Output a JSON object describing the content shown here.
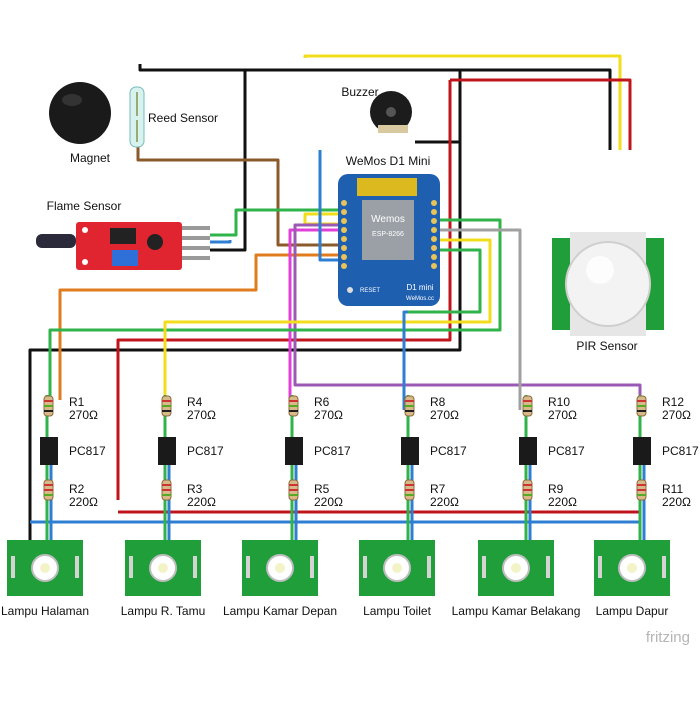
{
  "components": {
    "magnet": "Magnet",
    "reed_sensor": "Reed Sensor",
    "buzzer": "Buzzer",
    "flame_sensor": "Flame Sensor",
    "wemos": "WeMos D1 Mini",
    "pir_sensor": "PIR Sensor"
  },
  "board": {
    "brand": "Wemos",
    "module": "ESP-8266",
    "model": "D1 mini",
    "site": "WeMos.cc",
    "reset": "RESET"
  },
  "channels": [
    {
      "r_top": "R1",
      "r_top_val": "270Ω",
      "opto": "PC817",
      "r_bot": "R2",
      "r_bot_val": "220Ω",
      "lamp": "Lampu Halaman"
    },
    {
      "r_top": "R4",
      "r_top_val": "270Ω",
      "opto": "PC817",
      "r_bot": "R3",
      "r_bot_val": "220Ω",
      "lamp": "Lampu R. Tamu"
    },
    {
      "r_top": "R6",
      "r_top_val": "270Ω",
      "opto": "PC817",
      "r_bot": "R5",
      "r_bot_val": "220Ω",
      "lamp": "Lampu Kamar Depan"
    },
    {
      "r_top": "R8",
      "r_top_val": "270Ω",
      "opto": "PC817",
      "r_bot": "R7",
      "r_bot_val": "220Ω",
      "lamp": "Lampu Toilet"
    },
    {
      "r_top": "R10",
      "r_top_val": "270Ω",
      "opto": "PC817",
      "r_bot": "R9",
      "r_bot_val": "220Ω",
      "lamp": "Lampu Kamar Belakang"
    },
    {
      "r_top": "R12",
      "r_top_val": "270Ω",
      "opto": "PC817",
      "r_bot": "R11",
      "r_bot_val": "220Ω",
      "lamp": "Lampu Dapur"
    }
  ],
  "watermark": "fritzing",
  "colors": {
    "wire_black": "#111111",
    "wire_red": "#c0141c",
    "wire_yellow": "#f2dd1c",
    "wire_green": "#2fb34a",
    "wire_blue": "#2e7fd1",
    "wire_orange": "#e07b1e",
    "wire_pink": "#e040d8",
    "wire_purple": "#9b59b6",
    "wire_brown": "#8b5a2b",
    "wire_gray": "#a0a0a0",
    "board_blue": "#1f5fb0",
    "lamp_pcb": "#1f9e3a"
  }
}
